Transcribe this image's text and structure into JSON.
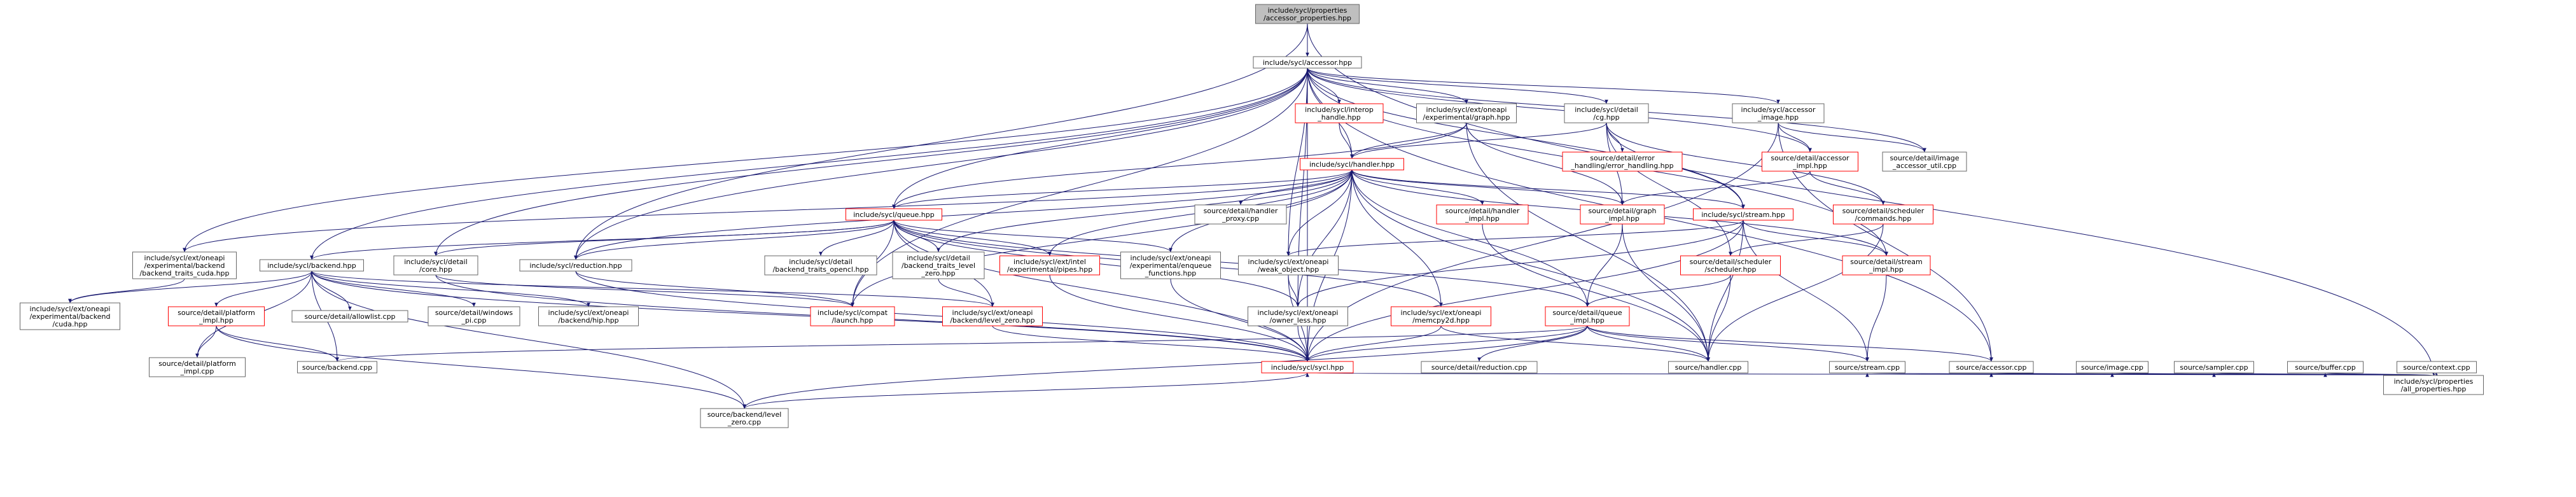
{
  "diagram": {
    "title_node": "root",
    "nodes": [
      {
        "id": "root",
        "lines": [
          "include/sycl/properties",
          "/accessor_properties.hpp"
        ],
        "style": "root"
      },
      {
        "id": "accessor_hpp",
        "lines": [
          "include/sycl/accessor.hpp"
        ],
        "style": "black"
      },
      {
        "id": "all_properties",
        "lines": [
          "include/sycl/properties",
          "/all_properties.hpp"
        ],
        "style": "black"
      },
      {
        "id": "interop_handle",
        "lines": [
          "include/sycl/interop",
          "_handle.hpp"
        ],
        "style": "red"
      },
      {
        "id": "ext_graph",
        "lines": [
          "include/sycl/ext/oneapi",
          "/experimental/graph.hpp"
        ],
        "style": "black"
      },
      {
        "id": "detail_cg",
        "lines": [
          "include/sycl/detail",
          "/cg.hpp"
        ],
        "style": "black"
      },
      {
        "id": "accessor_image",
        "lines": [
          "include/sycl/accessor",
          "_image.hpp"
        ],
        "style": "black"
      },
      {
        "id": "handler_hpp",
        "lines": [
          "include/sycl/handler.hpp"
        ],
        "style": "red"
      },
      {
        "id": "error_handling",
        "lines": [
          "source/detail/error",
          "_handling/error_handling.hpp"
        ],
        "style": "red"
      },
      {
        "id": "accessor_impl",
        "lines": [
          "source/detail/accessor",
          "_impl.hpp"
        ],
        "style": "red"
      },
      {
        "id": "image_accessor_util",
        "lines": [
          "source/detail/image",
          "_accessor_util.cpp"
        ],
        "style": "black"
      },
      {
        "id": "queue_hpp",
        "lines": [
          "include/sycl/queue.hpp"
        ],
        "style": "red"
      },
      {
        "id": "handler_proxy",
        "lines": [
          "source/detail/handler",
          "_proxy.cpp"
        ],
        "style": "black"
      },
      {
        "id": "handler_impl",
        "lines": [
          "source/detail/handler",
          "_impl.hpp"
        ],
        "style": "red"
      },
      {
        "id": "graph_impl",
        "lines": [
          "source/detail/graph",
          "_impl.hpp"
        ],
        "style": "red"
      },
      {
        "id": "stream_hpp",
        "lines": [
          "include/sycl/stream.hpp"
        ],
        "style": "red"
      },
      {
        "id": "scheduler_commands",
        "lines": [
          "source/detail/scheduler",
          "/commands.hpp"
        ],
        "style": "red"
      },
      {
        "id": "backend_traits_cuda",
        "lines": [
          "include/sycl/ext/oneapi",
          "/experimental/backend",
          "/backend_traits_cuda.hpp"
        ],
        "style": "black"
      },
      {
        "id": "backend_hpp",
        "lines": [
          "include/sycl/backend.hpp"
        ],
        "style": "black"
      },
      {
        "id": "detail_core",
        "lines": [
          "include/sycl/detail",
          "/core.hpp"
        ],
        "style": "black"
      },
      {
        "id": "reduction_hpp",
        "lines": [
          "include/sycl/reduction.hpp"
        ],
        "style": "black"
      },
      {
        "id": "backend_traits_opencl",
        "lines": [
          "include/sycl/detail",
          "/backend_traits_opencl.hpp"
        ],
        "style": "black"
      },
      {
        "id": "backend_traits_level_zero",
        "lines": [
          "include/sycl/detail",
          "/backend_traits_level",
          "_zero.hpp"
        ],
        "style": "black"
      },
      {
        "id": "intel_pipes",
        "lines": [
          "include/sycl/ext/intel",
          "/experimental/pipes.hpp"
        ],
        "style": "red"
      },
      {
        "id": "enqueue_functions",
        "lines": [
          "include/sycl/ext/oneapi",
          "/experimental/enqueue",
          "_functions.hpp"
        ],
        "style": "black"
      },
      {
        "id": "weak_object",
        "lines": [
          "include/sycl/ext/oneapi",
          "/weak_object.hpp"
        ],
        "style": "black"
      },
      {
        "id": "scheduler_hpp",
        "lines": [
          "source/detail/scheduler",
          "/scheduler.hpp"
        ],
        "style": "red"
      },
      {
        "id": "stream_impl",
        "lines": [
          "source/detail/stream",
          "_impl.hpp"
        ],
        "style": "red"
      },
      {
        "id": "ext_backend_cuda",
        "lines": [
          "include/sycl/ext/oneapi",
          "/experimental/backend",
          "/cuda.hpp"
        ],
        "style": "black"
      },
      {
        "id": "platform_impl_hpp",
        "lines": [
          "source/detail/platform",
          "_impl.hpp"
        ],
        "style": "red"
      },
      {
        "id": "allowlist_cpp",
        "lines": [
          "source/detail/allowlist.cpp"
        ],
        "style": "black"
      },
      {
        "id": "windows_pi",
        "lines": [
          "source/detail/windows",
          "_pi.cpp"
        ],
        "style": "black"
      },
      {
        "id": "backend_hip",
        "lines": [
          "include/sycl/ext/oneapi",
          "/backend/hip.hpp"
        ],
        "style": "black"
      },
      {
        "id": "compat_launch",
        "lines": [
          "include/sycl/compat",
          "/launch.hpp"
        ],
        "style": "red"
      },
      {
        "id": "backend_level_zero_hpp",
        "lines": [
          "include/sycl/ext/oneapi",
          "/backend/level_zero.hpp"
        ],
        "style": "red"
      },
      {
        "id": "owner_less",
        "lines": [
          "include/sycl/ext/oneapi",
          "/owner_less.hpp"
        ],
        "style": "black"
      },
      {
        "id": "memcpy2d",
        "lines": [
          "include/sycl/ext/oneapi",
          "/memcpy2d.hpp"
        ],
        "style": "red"
      },
      {
        "id": "queue_impl",
        "lines": [
          "source/detail/queue",
          "_impl.hpp"
        ],
        "style": "red"
      },
      {
        "id": "platform_impl_cpp",
        "lines": [
          "source/detail/platform",
          "_impl.cpp"
        ],
        "style": "black"
      },
      {
        "id": "backend_cpp",
        "lines": [
          "source/backend.cpp"
        ],
        "style": "black"
      },
      {
        "id": "sycl_hpp",
        "lines": [
          "include/sycl/sycl.hpp"
        ],
        "style": "red"
      },
      {
        "id": "reduction_cpp",
        "lines": [
          "source/detail/reduction.cpp"
        ],
        "style": "black"
      },
      {
        "id": "handler_cpp",
        "lines": [
          "source/handler.cpp"
        ],
        "style": "black"
      },
      {
        "id": "stream_cpp",
        "lines": [
          "source/stream.cpp"
        ],
        "style": "black"
      },
      {
        "id": "accessor_cpp",
        "lines": [
          "source/accessor.cpp"
        ],
        "style": "black"
      },
      {
        "id": "image_cpp",
        "lines": [
          "source/image.cpp"
        ],
        "style": "black"
      },
      {
        "id": "sampler_cpp",
        "lines": [
          "source/sampler.cpp"
        ],
        "style": "black"
      },
      {
        "id": "buffer_cpp",
        "lines": [
          "source/buffer.cpp"
        ],
        "style": "black"
      },
      {
        "id": "context_cpp",
        "lines": [
          "source/context.cpp"
        ],
        "style": "black"
      },
      {
        "id": "backend_level_zero_cpp",
        "lines": [
          "source/backend/level",
          "_zero.cpp"
        ],
        "style": "black"
      }
    ],
    "edges": [
      [
        "root",
        "accessor_hpp"
      ],
      [
        "root",
        "all_properties"
      ],
      [
        "root",
        "reduction_hpp"
      ],
      [
        "accessor_hpp",
        "interop_handle"
      ],
      [
        "accessor_hpp",
        "ext_graph"
      ],
      [
        "accessor_hpp",
        "detail_cg"
      ],
      [
        "accessor_hpp",
        "accessor_image"
      ],
      [
        "accessor_hpp",
        "handler_hpp"
      ],
      [
        "accessor_hpp",
        "queue_hpp"
      ],
      [
        "accessor_hpp",
        "backend_traits_cuda"
      ],
      [
        "accessor_hpp",
        "backend_hpp"
      ],
      [
        "accessor_hpp",
        "detail_core"
      ],
      [
        "accessor_hpp",
        "reduction_hpp"
      ],
      [
        "accessor_hpp",
        "stream_hpp"
      ],
      [
        "accessor_hpp",
        "image_accessor_util"
      ],
      [
        "accessor_hpp",
        "accessor_impl"
      ],
      [
        "accessor_hpp",
        "stream_impl"
      ],
      [
        "accessor_hpp",
        "accessor_cpp"
      ],
      [
        "accessor_hpp",
        "weak_object"
      ],
      [
        "accessor_hpp",
        "owner_less"
      ],
      [
        "accessor_hpp",
        "compat_launch"
      ],
      [
        "accessor_hpp",
        "sycl_hpp"
      ],
      [
        "interop_handle",
        "handler_hpp"
      ],
      [
        "ext_graph",
        "handler_hpp"
      ],
      [
        "ext_graph",
        "queue_hpp"
      ],
      [
        "ext_graph",
        "graph_impl"
      ],
      [
        "ext_graph",
        "handler_cpp"
      ],
      [
        "detail_cg",
        "handler_hpp"
      ],
      [
        "detail_cg",
        "error_handling"
      ],
      [
        "detail_cg",
        "scheduler_commands"
      ],
      [
        "detail_cg",
        "stream_hpp"
      ],
      [
        "detail_cg",
        "scheduler_hpp"
      ],
      [
        "detail_cg",
        "graph_impl"
      ],
      [
        "accessor_image",
        "accessor_impl"
      ],
      [
        "accessor_image",
        "image_accessor_util"
      ],
      [
        "accessor_image",
        "accessor_cpp"
      ],
      [
        "accessor_image",
        "sycl_hpp"
      ],
      [
        "accessor_impl",
        "scheduler_commands"
      ],
      [
        "accessor_impl",
        "graph_impl"
      ],
      [
        "handler_hpp",
        "queue_hpp"
      ],
      [
        "handler_hpp",
        "handler_proxy"
      ],
      [
        "handler_hpp",
        "handler_impl"
      ],
      [
        "handler_hpp",
        "graph_impl"
      ],
      [
        "handler_hpp",
        "stream_hpp"
      ],
      [
        "handler_hpp",
        "backend_traits_cuda"
      ],
      [
        "handler_hpp",
        "reduction_hpp"
      ],
      [
        "handler_hpp",
        "backend_traits_level_zero"
      ],
      [
        "handler_hpp",
        "intel_pipes"
      ],
      [
        "handler_hpp",
        "enqueue_functions"
      ],
      [
        "handler_hpp",
        "weak_object"
      ],
      [
        "handler_hpp",
        "memcpy2d"
      ],
      [
        "handler_hpp",
        "queue_impl"
      ],
      [
        "handler_hpp",
        "handler_cpp"
      ],
      [
        "handler_hpp",
        "sycl_hpp"
      ],
      [
        "handler_hpp",
        "compat_launch"
      ],
      [
        "handler_hpp",
        "stream_impl"
      ],
      [
        "handler_hpp",
        "owner_less"
      ],
      [
        "queue_hpp",
        "backend_hpp"
      ],
      [
        "queue_hpp",
        "detail_core"
      ],
      [
        "queue_hpp",
        "reduction_hpp"
      ],
      [
        "queue_hpp",
        "backend_traits_opencl"
      ],
      [
        "queue_hpp",
        "backend_traits_level_zero"
      ],
      [
        "queue_hpp",
        "intel_pipes"
      ],
      [
        "queue_hpp",
        "enqueue_functions"
      ],
      [
        "queue_hpp",
        "owner_less"
      ],
      [
        "queue_hpp",
        "memcpy2d"
      ],
      [
        "queue_hpp",
        "queue_impl"
      ],
      [
        "queue_hpp",
        "compat_launch"
      ],
      [
        "queue_hpp",
        "backend_level_zero_hpp"
      ],
      [
        "queue_hpp",
        "sycl_hpp"
      ],
      [
        "handler_impl",
        "handler_cpp"
      ],
      [
        "graph_impl",
        "queue_impl"
      ],
      [
        "graph_impl",
        "handler_cpp"
      ],
      [
        "stream_hpp",
        "stream_impl"
      ],
      [
        "stream_hpp",
        "weak_object"
      ],
      [
        "stream_hpp",
        "owner_less"
      ],
      [
        "stream_hpp",
        "handler_cpp"
      ],
      [
        "stream_hpp",
        "stream_cpp"
      ],
      [
        "stream_hpp",
        "sycl_hpp"
      ],
      [
        "scheduler_commands",
        "scheduler_hpp"
      ],
      [
        "scheduler_commands",
        "handler_cpp"
      ],
      [
        "scheduler_hpp",
        "queue_impl"
      ],
      [
        "scheduler_hpp",
        "handler_cpp"
      ],
      [
        "stream_impl",
        "stream_cpp"
      ],
      [
        "backend_traits_cuda",
        "ext_backend_cuda"
      ],
      [
        "backend_hpp",
        "ext_backend_cuda"
      ],
      [
        "backend_hpp",
        "platform_impl_hpp"
      ],
      [
        "backend_hpp",
        "allowlist_cpp"
      ],
      [
        "backend_hpp",
        "windows_pi"
      ],
      [
        "backend_hpp",
        "backend_hip"
      ],
      [
        "backend_hpp",
        "backend_level_zero_hpp"
      ],
      [
        "backend_hpp",
        "platform_impl_cpp"
      ],
      [
        "backend_hpp",
        "backend_cpp"
      ],
      [
        "backend_hpp",
        "sycl_hpp"
      ],
      [
        "backend_hpp",
        "backend_level_zero_cpp"
      ],
      [
        "detail_core",
        "compat_launch"
      ],
      [
        "detail_core",
        "sycl_hpp"
      ],
      [
        "reduction_hpp",
        "compat_launch"
      ],
      [
        "reduction_hpp",
        "sycl_hpp"
      ],
      [
        "backend_traits_level_zero",
        "backend_level_zero_hpp"
      ],
      [
        "intel_pipes",
        "sycl_hpp"
      ],
      [
        "enqueue_functions",
        "sycl_hpp"
      ],
      [
        "weak_object",
        "owner_less"
      ],
      [
        "weak_object",
        "sycl_hpp"
      ],
      [
        "owner_less",
        "sycl_hpp"
      ],
      [
        "memcpy2d",
        "sycl_hpp"
      ],
      [
        "memcpy2d",
        "handler_cpp"
      ],
      [
        "queue_impl",
        "sycl_hpp"
      ],
      [
        "queue_impl",
        "backend_cpp"
      ],
      [
        "queue_impl",
        "reduction_cpp"
      ],
      [
        "queue_impl",
        "handler_cpp"
      ],
      [
        "queue_impl",
        "stream_cpp"
      ],
      [
        "queue_impl",
        "accessor_cpp"
      ],
      [
        "queue_impl",
        "backend_level_zero_cpp"
      ],
      [
        "platform_impl_hpp",
        "platform_impl_cpp"
      ],
      [
        "platform_impl_hpp",
        "backend_cpp"
      ],
      [
        "platform_impl_hpp",
        "backend_level_zero_cpp"
      ],
      [
        "backend_level_zero_hpp",
        "sycl_hpp"
      ],
      [
        "sycl_hpp",
        "backend_level_zero_cpp"
      ],
      [
        "all_properties",
        "sycl_hpp"
      ],
      [
        "all_properties",
        "image_cpp"
      ],
      [
        "all_properties",
        "sampler_cpp"
      ],
      [
        "all_properties",
        "buffer_cpp"
      ],
      [
        "all_properties",
        "context_cpp"
      ],
      [
        "all_properties",
        "stream_cpp"
      ],
      [
        "all_properties",
        "accessor_cpp"
      ]
    ]
  },
  "colors": {
    "edge": "#191970",
    "node_border": "#666666",
    "node_border_highlight": "#ff0000",
    "root_fill": "#bfbfbf",
    "background": "#ffffff"
  }
}
